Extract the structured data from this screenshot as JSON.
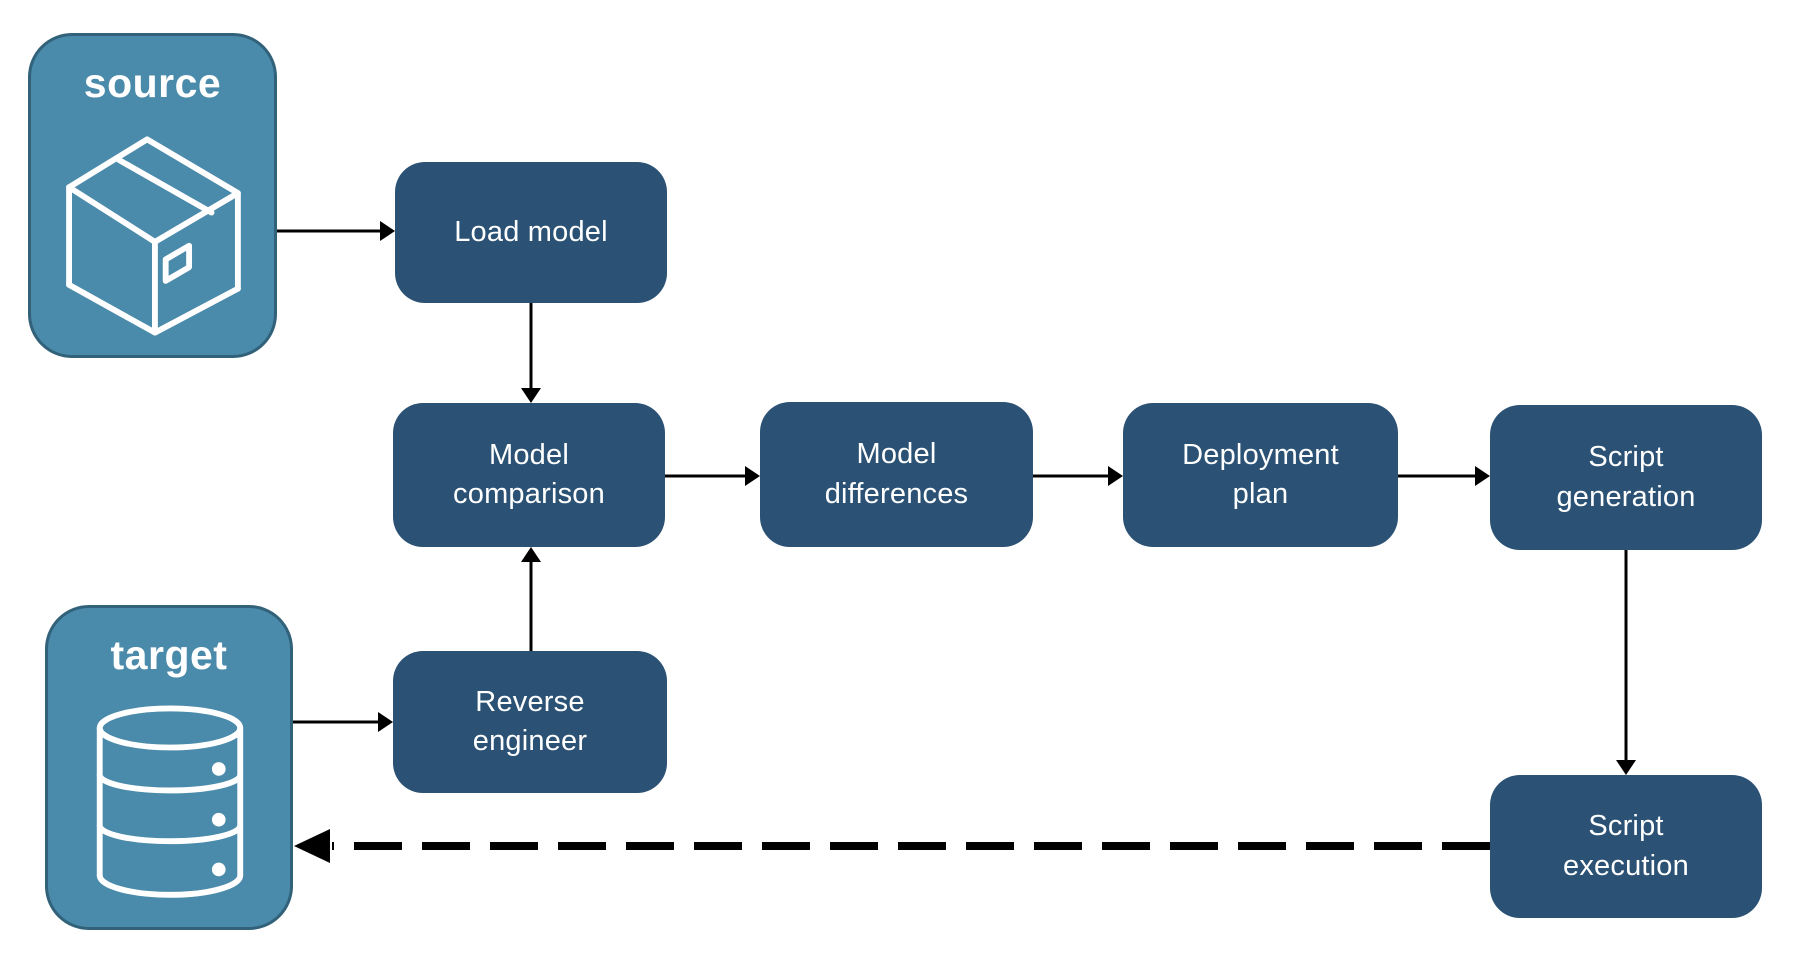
{
  "diagram": {
    "description": "Schema compare and deployment pipeline flowchart",
    "colors": {
      "background": "#FFFFFF",
      "process_node_fill": "#2B5274",
      "process_node_text": "#FFFFFF",
      "endpoint_fill": "#4A8AAA",
      "endpoint_border": "#32617A",
      "endpoint_text": "#FFFFFF",
      "connector": "#000000",
      "icon_stroke": "#FFFFFF"
    },
    "endpoints": {
      "source": {
        "label": "source",
        "icon": "package-box-icon"
      },
      "target": {
        "label": "target",
        "icon": "database-icon"
      }
    },
    "nodes": {
      "load_model": {
        "label": "Load model"
      },
      "model_comparison": {
        "label": "Model comparison"
      },
      "model_differences": {
        "label": "Model differences"
      },
      "deployment_plan": {
        "label": "Deployment plan"
      },
      "script_generation": {
        "label": "Script generation"
      },
      "reverse_engineer": {
        "label": "Reverse engineer"
      },
      "script_execution": {
        "label": "Script execution"
      }
    },
    "connectors": [
      {
        "from": "source",
        "to": "load_model",
        "style": "solid"
      },
      {
        "from": "load_model",
        "to": "model_comparison",
        "style": "solid"
      },
      {
        "from": "model_comparison",
        "to": "model_differences",
        "style": "solid"
      },
      {
        "from": "model_differences",
        "to": "deployment_plan",
        "style": "solid"
      },
      {
        "from": "deployment_plan",
        "to": "script_generation",
        "style": "solid"
      },
      {
        "from": "target",
        "to": "reverse_engineer",
        "style": "solid"
      },
      {
        "from": "reverse_engineer",
        "to": "model_comparison",
        "style": "solid"
      },
      {
        "from": "script_generation",
        "to": "script_execution",
        "style": "solid"
      },
      {
        "from": "script_execution",
        "to": "target",
        "style": "dashed"
      }
    ]
  }
}
